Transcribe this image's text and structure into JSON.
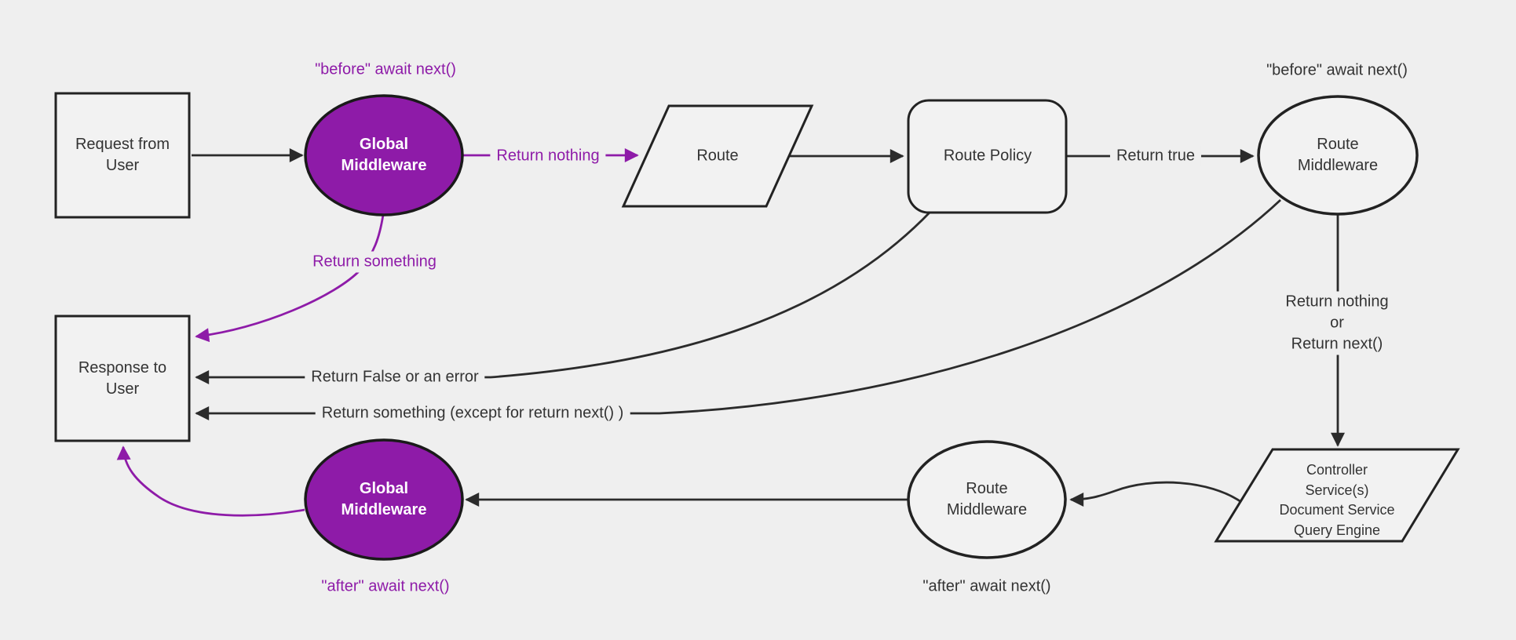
{
  "diagram": {
    "type": "flowchart",
    "colors": {
      "background": "#efefef",
      "node_fill": "#f2f2f2",
      "node_stroke": "#222222",
      "edge_stroke": "#2b2b2b",
      "accent_purple": "#8e1ba8",
      "text_dark": "#333333",
      "text_on_purple": "#ffffff"
    },
    "nodes": {
      "request": {
        "label": "Request from\nUser",
        "shape": "rectangle"
      },
      "global_middleware_before": {
        "label": "Global\nMiddleware",
        "shape": "ellipse"
      },
      "route": {
        "label": "Route",
        "shape": "parallelogram"
      },
      "route_policy": {
        "label": "Route Policy",
        "shape": "rounded-rectangle"
      },
      "route_middleware_before": {
        "label": "Route\nMiddleware",
        "shape": "ellipse"
      },
      "controller_services": {
        "label": "Controller\nService(s)\nDocument Service\nQuery Engine",
        "shape": "parallelogram"
      },
      "route_middleware_after": {
        "label": "Route\nMiddleware",
        "shape": "ellipse"
      },
      "global_middleware_after": {
        "label": "Global\nMiddleware",
        "shape": "ellipse"
      },
      "response": {
        "label": "Response to\nUser",
        "shape": "rectangle"
      }
    },
    "edge_labels": {
      "before_await_global": "\"before\" await next()",
      "before_await_route": "\"before\" await next()",
      "return_nothing": "Return nothing",
      "return_true": "Return true",
      "return_nothing_or_next": "Return nothing\nor\nReturn next()",
      "return_something": "Return something",
      "return_false_or_error": "Return False or an error",
      "return_something_except": "Return something (except for return next() )",
      "after_await_global": "\"after\" await next()",
      "after_await_route": "\"after\" await next()"
    }
  }
}
